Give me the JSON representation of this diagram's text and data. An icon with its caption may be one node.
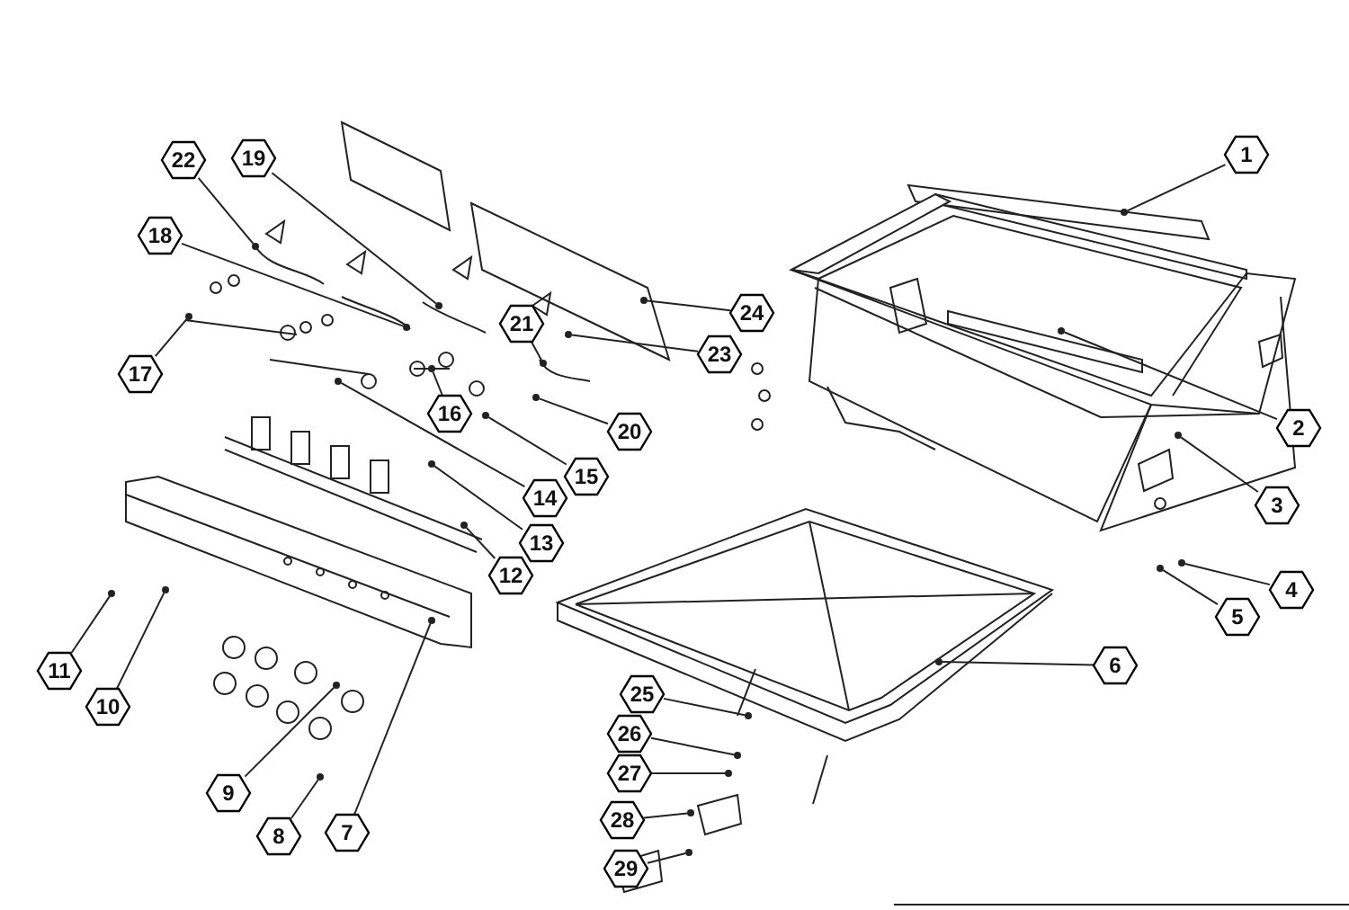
{
  "diagram": {
    "nodes": [
      {
        "text": [
          "1"
        ]
      },
      {
        "text": [
          "2"
        ]
      },
      {
        "text": [
          "3"
        ]
      },
      {
        "text": [
          "4"
        ]
      },
      {
        "text": [
          "5"
        ]
      },
      {
        "text": [
          "6"
        ]
      },
      {
        "text": [
          "7"
        ]
      },
      {
        "text": [
          "8"
        ]
      },
      {
        "text": [
          "9"
        ]
      },
      {
        "text": [
          "10"
        ]
      },
      {
        "text": [
          "11"
        ]
      },
      {
        "text": [
          "12"
        ]
      },
      {
        "text": [
          "13"
        ]
      },
      {
        "text": [
          "14"
        ]
      },
      {
        "text": [
          "15"
        ]
      },
      {
        "text": [
          "16"
        ]
      },
      {
        "text": [
          "17"
        ]
      },
      {
        "text": [
          "18"
        ]
      },
      {
        "text": [
          "19"
        ]
      },
      {
        "text": [
          "20"
        ]
      },
      {
        "text": [
          "21"
        ]
      },
      {
        "text": [
          "22"
        ]
      },
      {
        "text": [
          "23"
        ]
      },
      {
        "text": [
          "24"
        ]
      },
      {
        "text": [
          "25"
        ]
      },
      {
        "text": [
          "26"
        ]
      },
      {
        "text": [
          "27"
        ]
      },
      {
        "text": [
          "28"
        ]
      },
      {
        "text": [
          "29"
        ]
      },
      {
        "text": [],
        "shape": "circle"
      },
      {
        "text": [],
        "shape": "circle"
      },
      {
        "text": [],
        "shape": "circle"
      },
      {
        "text": [],
        "shape": "circle"
      },
      {
        "text": [],
        "shape": "circle"
      },
      {
        "text": [],
        "shape": "circle"
      },
      {
        "text": [],
        "shape": "circle"
      },
      {
        "text": [],
        "shape": "circle"
      },
      {
        "text": [],
        "shape": "circle"
      },
      {
        "text": [],
        "shape": "circle"
      },
      {
        "text": [],
        "shape": "circle"
      },
      {
        "text": [],
        "shape": "circle"
      },
      {
        "text": [],
        "shape": "circle"
      },
      {
        "text": [],
        "shape": "circle"
      },
      {
        "text": [],
        "shape": "circle"
      },
      {
        "text": [],
        "shape": "circle"
      },
      {
        "text": [],
        "shape": "circle"
      },
      {
        "text": [],
        "shape": "circle"
      },
      {
        "text": [],
        "shape": "circle"
      },
      {
        "text": [],
        "shape": "circle"
      },
      {
        "text": [],
        "shape": "circle"
      },
      {
        "text": [],
        "shape": "circle"
      },
      {
        "text": [],
        "shape": "circle"
      },
      {
        "text": [],
        "shape": "circle"
      },
      {
        "text": [],
        "shape": "circle"
      },
      {
        "text": [],
        "shape": "circle"
      },
      {
        "text": [],
        "shape": "circle"
      },
      {
        "text": [],
        "shape": "circle"
      },
      {
        "text": [],
        "shape": "circle"
      }
    ],
    "edges": [
      {
        "from": 0,
        "to": 29,
        "arrow": "none"
      },
      {
        "from": 1,
        "to": 30,
        "arrow": "none"
      },
      {
        "from": 2,
        "to": 31,
        "arrow": "none"
      },
      {
        "from": 3,
        "to": 32,
        "arrow": "none"
      },
      {
        "from": 4,
        "to": 33,
        "arrow": "none"
      },
      {
        "from": 5,
        "to": 34,
        "arrow": "none"
      },
      {
        "from": 6,
        "to": 35,
        "arrow": "none"
      },
      {
        "from": 7,
        "to": 36,
        "arrow": "none"
      },
      {
        "from": 8,
        "to": 37,
        "arrow": "none"
      },
      {
        "from": 9,
        "to": 38,
        "arrow": "none"
      },
      {
        "from": 10,
        "to": 39,
        "arrow": "none"
      },
      {
        "from": 11,
        "to": 40,
        "arrow": "none"
      },
      {
        "from": 12,
        "to": 41,
        "arrow": "none"
      },
      {
        "from": 13,
        "to": 42,
        "arrow": "none"
      },
      {
        "from": 14,
        "to": 43,
        "arrow": "none"
      },
      {
        "from": 15,
        "to": 44,
        "arrow": "none"
      },
      {
        "from": 16,
        "to": 45,
        "arrow": "none"
      },
      {
        "from": 17,
        "to": 46,
        "arrow": "none"
      },
      {
        "from": 18,
        "to": 47,
        "arrow": "none"
      },
      {
        "from": 19,
        "to": 48,
        "arrow": "none"
      },
      {
        "from": 20,
        "to": 49,
        "arrow": "none"
      },
      {
        "from": 21,
        "to": 50,
        "arrow": "none"
      },
      {
        "from": 22,
        "to": 51,
        "arrow": "none"
      },
      {
        "from": 23,
        "to": 52,
        "arrow": "none"
      },
      {
        "from": 24,
        "to": 53,
        "arrow": "none"
      },
      {
        "from": 25,
        "to": 54,
        "arrow": "none"
      },
      {
        "from": 26,
        "to": 55,
        "arrow": "none"
      },
      {
        "from": 27,
        "to": 56,
        "arrow": "none"
      },
      {
        "from": 28,
        "to": 57,
        "arrow": "none"
      }
    ]
  }
}
